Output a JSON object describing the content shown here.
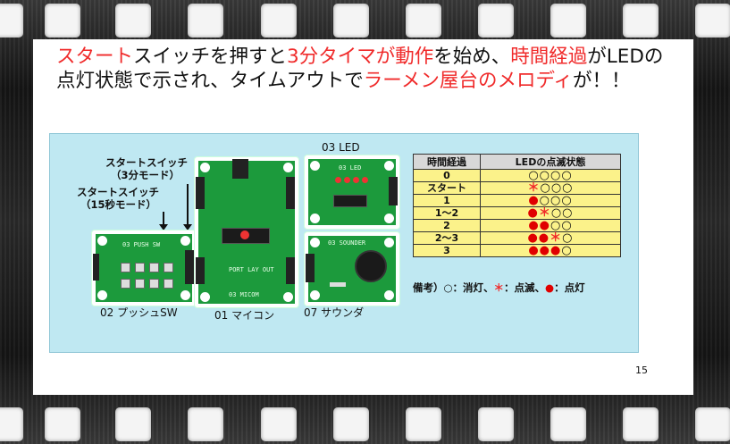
{
  "headline": {
    "part1": "スタート",
    "part2": "スイッチを押すと",
    "part3": "3分タイマが動作",
    "part4": "を始め、",
    "part5": "時間経過",
    "part6": "がLEDの点灯状態で示され、タイムアウトで",
    "part7": "ラーメン屋台のメロディ",
    "part8": "が！！"
  },
  "colors": {
    "highlight": "#f02a2a",
    "panel": "#bfe8f2",
    "table_cell": "#fbf28a",
    "board": "#1c9a3c"
  },
  "labels": {
    "start_3min_line1": "スタートスイッチ",
    "start_3min_line2": "（3分モード）",
    "start_15s_line1": "スタートスイッチ",
    "start_15s_line2": "（15秒モード）",
    "led_board": "03  LED",
    "push_sw": "02  プッシュSW",
    "micon": "01  マイコン",
    "sounder": "07  サウンダ"
  },
  "silk": {
    "push": "03 PUSH SW",
    "led": "03 LED",
    "sounder": "03 SOUNDER",
    "micon": "03 MICOM",
    "micon2": "PORT LAY OUT"
  },
  "table": {
    "headers": [
      "時間経過",
      "LEDの点滅状態"
    ],
    "rows": [
      {
        "time": "0",
        "state": [
          {
            "t": "○○○○",
            "k": "off"
          }
        ]
      },
      {
        "time": "スタート",
        "state": [
          {
            "t": "＊",
            "k": "blink"
          },
          {
            "t": "○○○",
            "k": "off"
          }
        ]
      },
      {
        "time": "1",
        "state": [
          {
            "t": "●",
            "k": "on"
          },
          {
            "t": "○○○",
            "k": "off"
          }
        ]
      },
      {
        "time": "1～2",
        "state": [
          {
            "t": "●",
            "k": "on"
          },
          {
            "t": "＊",
            "k": "blink"
          },
          {
            "t": "○○",
            "k": "off"
          }
        ]
      },
      {
        "time": "2",
        "state": [
          {
            "t": "●●",
            "k": "on"
          },
          {
            "t": "○○",
            "k": "off"
          }
        ]
      },
      {
        "time": "2～3",
        "state": [
          {
            "t": "●●",
            "k": "on"
          },
          {
            "t": "＊",
            "k": "blink"
          },
          {
            "t": "○",
            "k": "off"
          }
        ]
      },
      {
        "time": "3",
        "state": [
          {
            "t": "●●●",
            "k": "on"
          },
          {
            "t": "○",
            "k": "off"
          }
        ]
      }
    ]
  },
  "legend": {
    "prefix": "備考）",
    "off_sym": "○",
    "off_text": "：消灯、",
    "blink_sym": "＊",
    "blink_text": "：点滅、",
    "on_sym": "●",
    "on_text": "：点灯"
  },
  "page_number": "15"
}
